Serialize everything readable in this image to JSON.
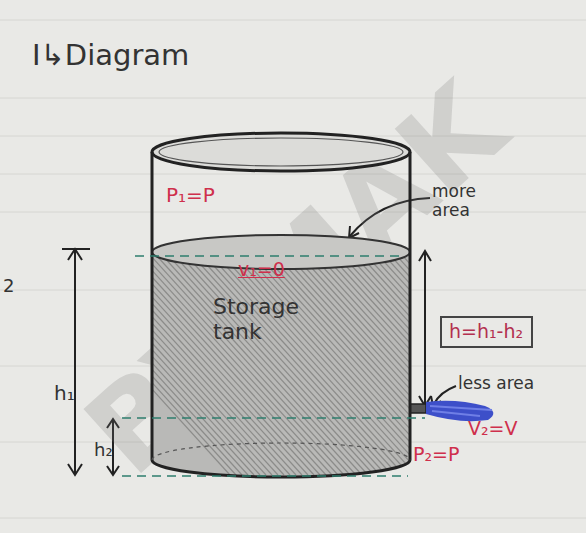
{
  "diagram": {
    "title": "I↳Diagram",
    "nodes": [
      {
        "text": [
          "Storage tank"
        ]
      },
      {
        "text": [
          "h=h₁-h₂"
        ]
      }
    ],
    "labels": [
      "P₁=P",
      "more area",
      "v₁=0",
      "less area",
      "V₂=V",
      "P₂=P",
      "h₁",
      "h₂",
      "2",
      "BY MAK"
    ]
  }
}
